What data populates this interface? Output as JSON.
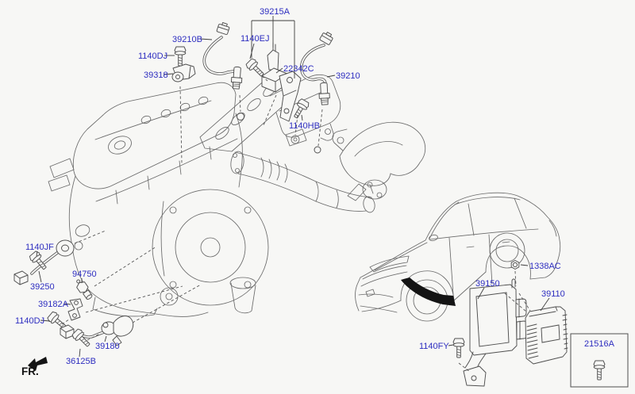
{
  "diagram": {
    "kind": "vehicle-parts-diagram",
    "subject": "engine sensors and electronic control module",
    "colors": {
      "background": "#f7f7f5",
      "label_text": "#2d2dc0",
      "line_art": "#6a6a6a",
      "marker_black": "#141414"
    }
  },
  "labels": {
    "bracket_assembly": "39215A",
    "oxygen_sensor_upper": "39210B",
    "bolt_camshaft_sensor": "1140DJ",
    "camshaft_position_sensor": "39318",
    "bolt_bracket": "1140EJ",
    "bracket": "22342C",
    "oxygen_sensor_lower": "39210",
    "bolt_exhaust_bracket": "1140HB",
    "bolt_knock_sensor": "1140JF",
    "knock_sensor": "39250",
    "oil_pressure_switch": "94750",
    "sensor_bracket": "39182A",
    "bolt_sensor_bracket": "1140DJ",
    "crankshaft_position_sensor": "39180",
    "bolt_crankshaft_sensor": "36125B",
    "nut_ecm": "1338AC",
    "ecm_bracket": "39150",
    "ecm": "39110",
    "bolt_ecm_bracket": "1140FY",
    "inset_bolt": "21516A",
    "front_marker": "FR."
  }
}
